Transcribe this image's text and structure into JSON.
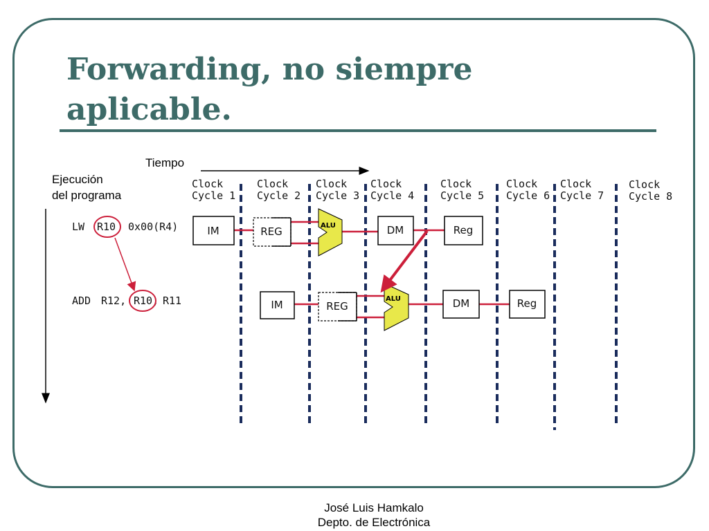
{
  "slide": {
    "title": "Forwarding, no siempre aplicable.",
    "footer": {
      "author": "José Luis Hamkalo",
      "department": "Depto. de Electrónica"
    }
  },
  "diagram": {
    "time_label": "Tiempo",
    "exec_label_line1": "Ejecución",
    "exec_label_line2": "del programa",
    "cycles": [
      {
        "line1": "Clock",
        "line2": "Cycle 1"
      },
      {
        "line1": "Clock",
        "line2": "Cycle 2"
      },
      {
        "line1": "Clock",
        "line2": "Cycle 3"
      },
      {
        "line1": "Clock",
        "line2": "Cycle 4"
      },
      {
        "line1": "Clock",
        "line2": "Cycle 5"
      },
      {
        "line1": "Clock",
        "line2": "Cycle 6"
      },
      {
        "line1": "Clock",
        "line2": "Cycle 7"
      },
      {
        "line1": "Clock",
        "line2": "Cycle 8"
      }
    ],
    "instructions": [
      {
        "op": "LW",
        "reg": "R10",
        "rest": "0x00(R4)",
        "stages": [
          "IM",
          "REG",
          "ALU",
          "DM",
          "Reg"
        ]
      },
      {
        "op": "ADD",
        "reg_before": "R12,",
        "reg": "R10,",
        "rest": "R11",
        "stages": [
          "IM",
          "REG",
          "ALU",
          "DM",
          "Reg"
        ]
      }
    ],
    "colors": {
      "accent": "#3d6b68",
      "forward_arrow": "#cc1f3a",
      "alu_fill": "#e8e84a",
      "cycle_divider": "#1a2c5c"
    }
  }
}
